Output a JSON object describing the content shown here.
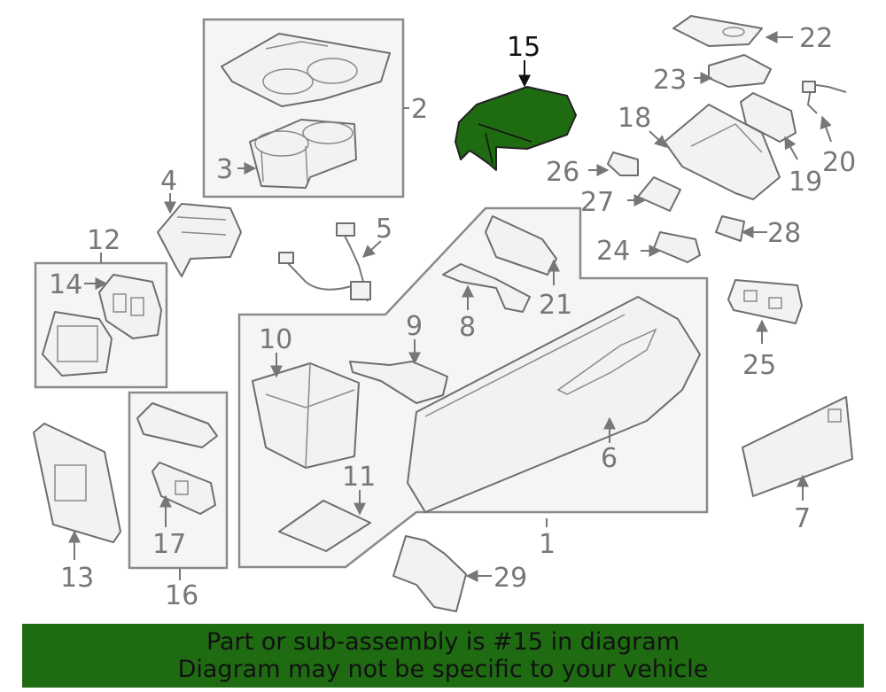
{
  "diagram": {
    "highlight_color": "#1f6b12",
    "highlighted_part": "15",
    "labels": {
      "l1": "1",
      "l2": "2",
      "l3": "3",
      "l4": "4",
      "l5": "5",
      "l6": "6",
      "l7": "7",
      "l8": "8",
      "l9": "9",
      "l10": "10",
      "l11": "11",
      "l12": "12",
      "l13": "13",
      "l14": "14",
      "l15": "15",
      "l16": "16",
      "l17": "17",
      "l18": "18",
      "l19": "19",
      "l20": "20",
      "l21": "21",
      "l22": "22",
      "l23": "23",
      "l24": "24",
      "l25": "25",
      "l26": "26",
      "l27": "27",
      "l28": "28",
      "l29": "29"
    }
  },
  "banner": {
    "line1": "Part or sub-assembly is #15 in diagram",
    "line2": "Diagram may not be specific to your vehicle",
    "background": "#1f6b12"
  }
}
